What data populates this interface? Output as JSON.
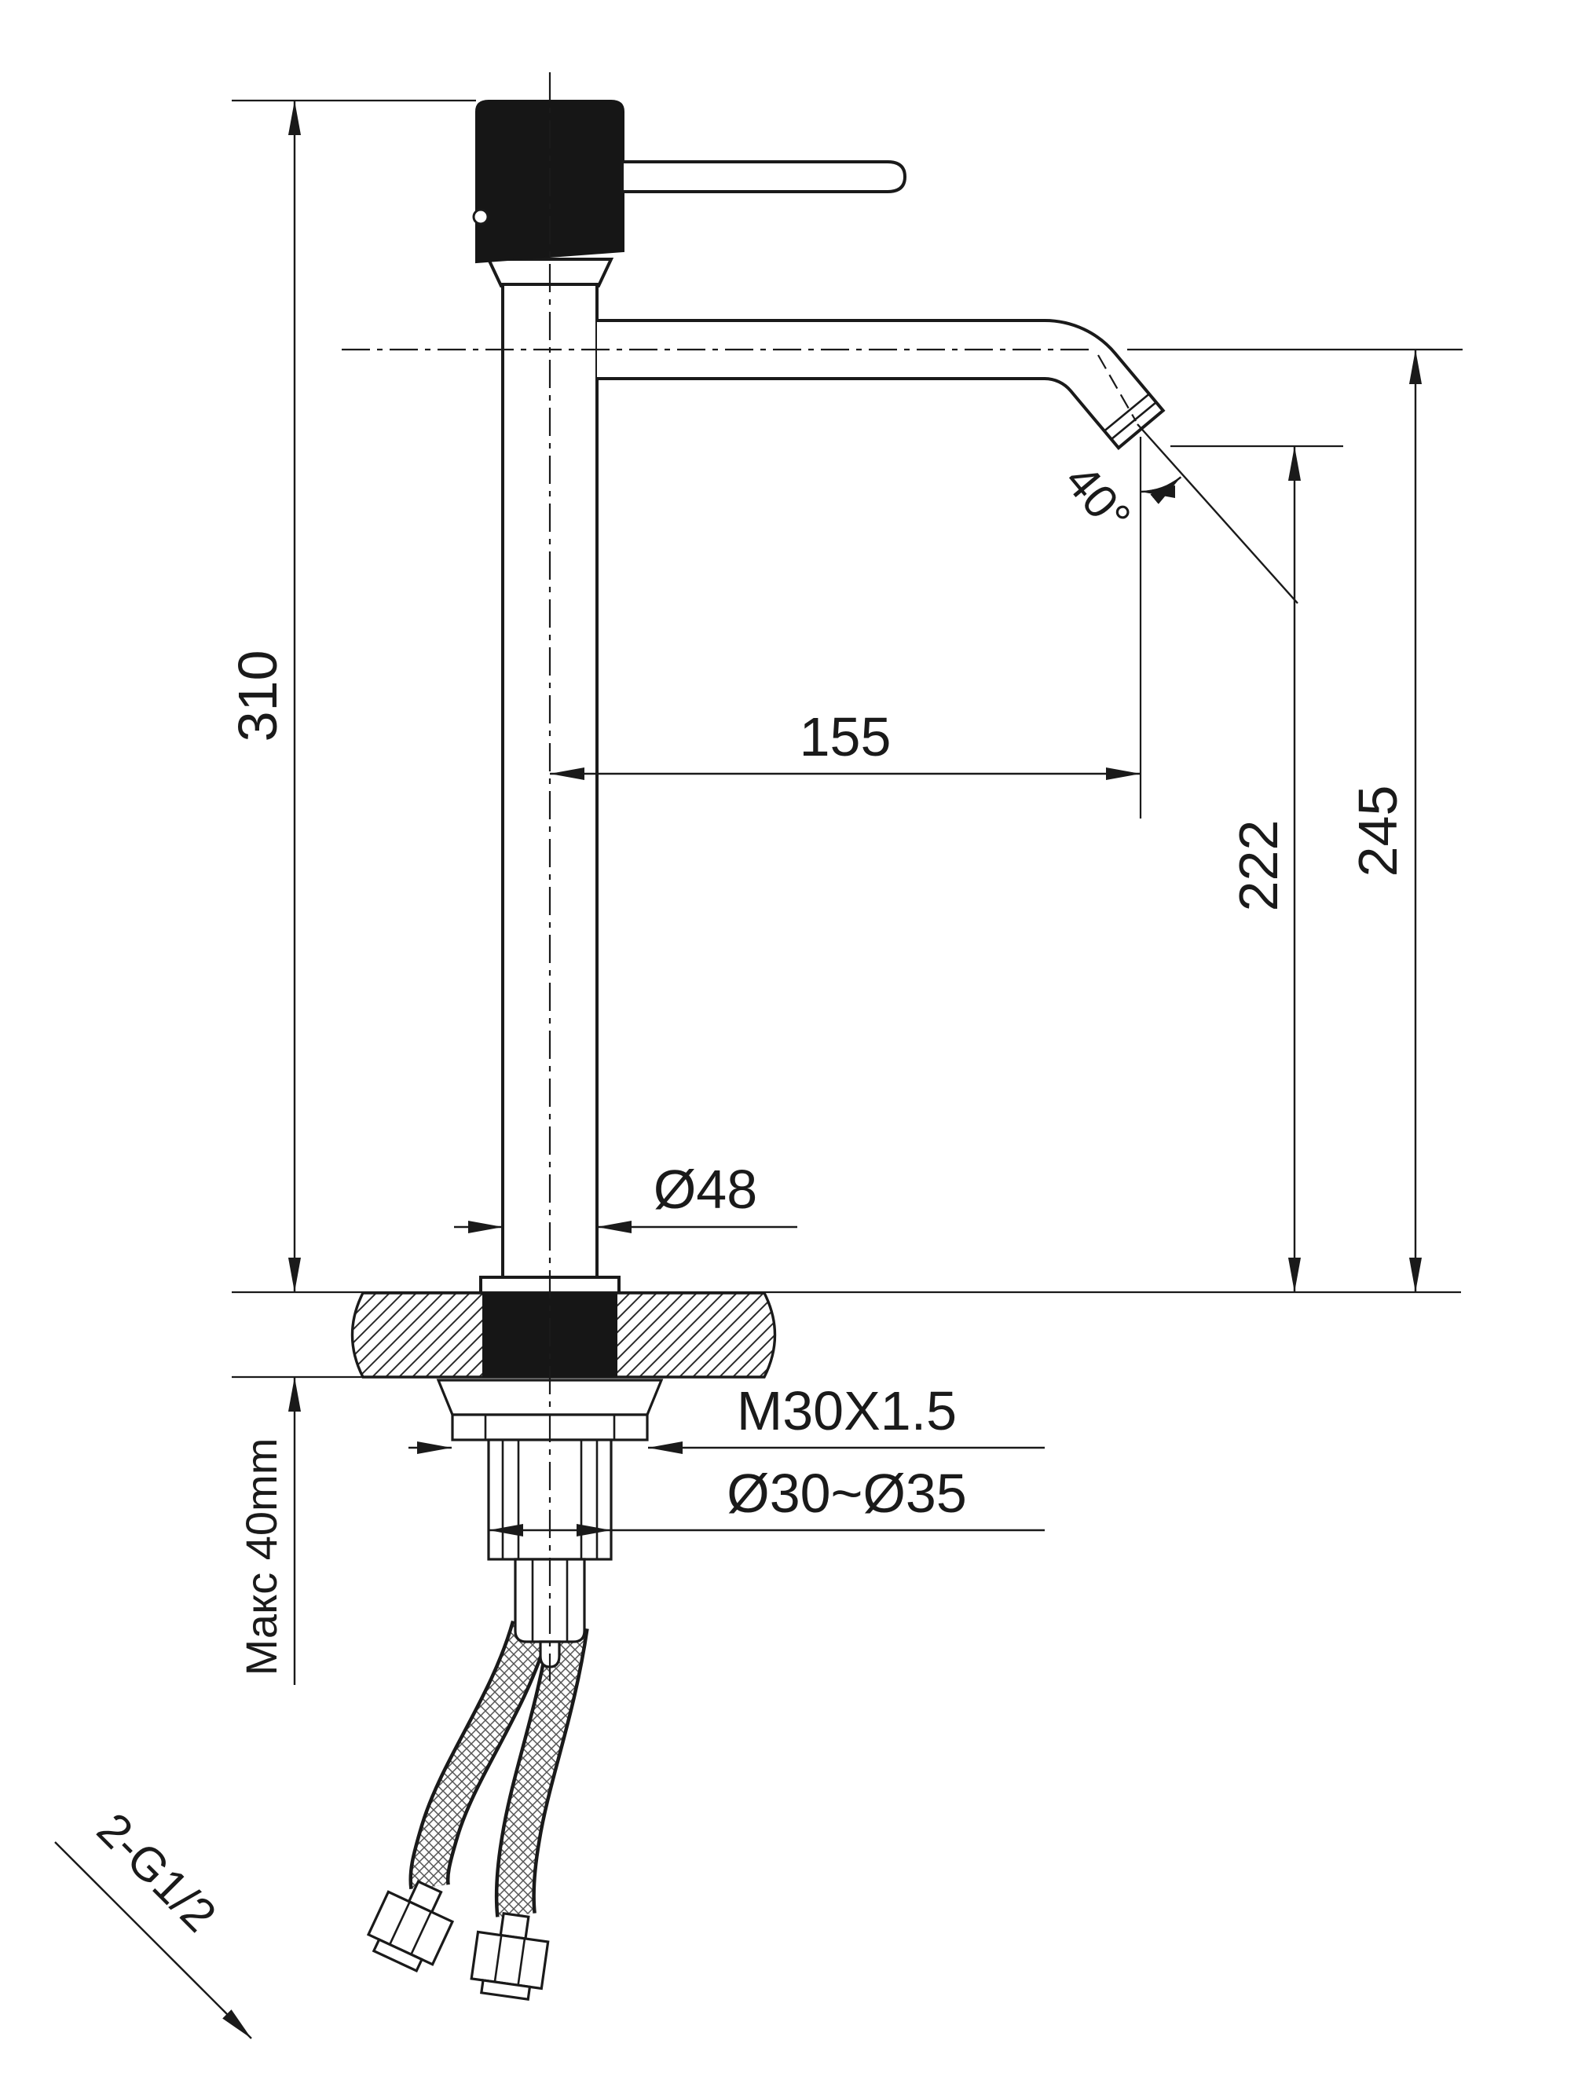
{
  "drawing": {
    "type": "technical-dimension-drawing",
    "subject": "tall single-lever basin mixer faucet, side elevation with deck mounting section and supply hoses",
    "labels": {
      "total_height": "310",
      "spout_reach": "155",
      "outlet_height": "222",
      "spout_height": "245",
      "spout_angle": "40°",
      "body_diameter": "Ø48",
      "shank_thread": "M30X1.5",
      "mounting_hole": "Ø30~Ø35",
      "max_deck_thickness": "Макс 40mm",
      "hose_thread": "2-G1/2"
    },
    "colors": {
      "line": "#1a1a1a",
      "background": "#ffffff",
      "handle_fill": "#161616"
    }
  }
}
